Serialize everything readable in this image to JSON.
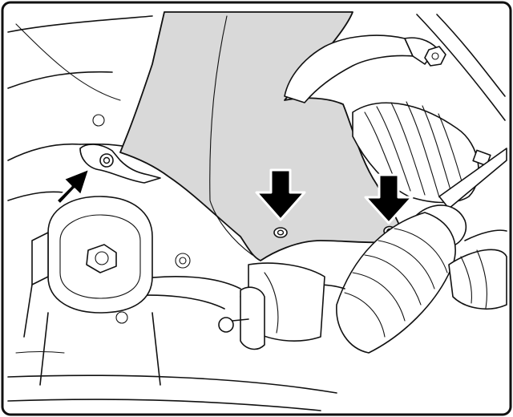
{
  "figure": {
    "colors": {
      "line": "#111111",
      "shield_fill": "#d9d9d9",
      "background": "#ffffff",
      "arrow_fill": "#000000",
      "arrow_outline": "#ffffff"
    },
    "icons": [
      "arrow-icon",
      "arrow-icon",
      "arrow-icon"
    ],
    "callouts": [
      {
        "target": "fastener-left",
        "direction": "up-right"
      },
      {
        "target": "fastener-center",
        "direction": "down"
      },
      {
        "target": "fastener-right",
        "direction": "down"
      }
    ]
  }
}
